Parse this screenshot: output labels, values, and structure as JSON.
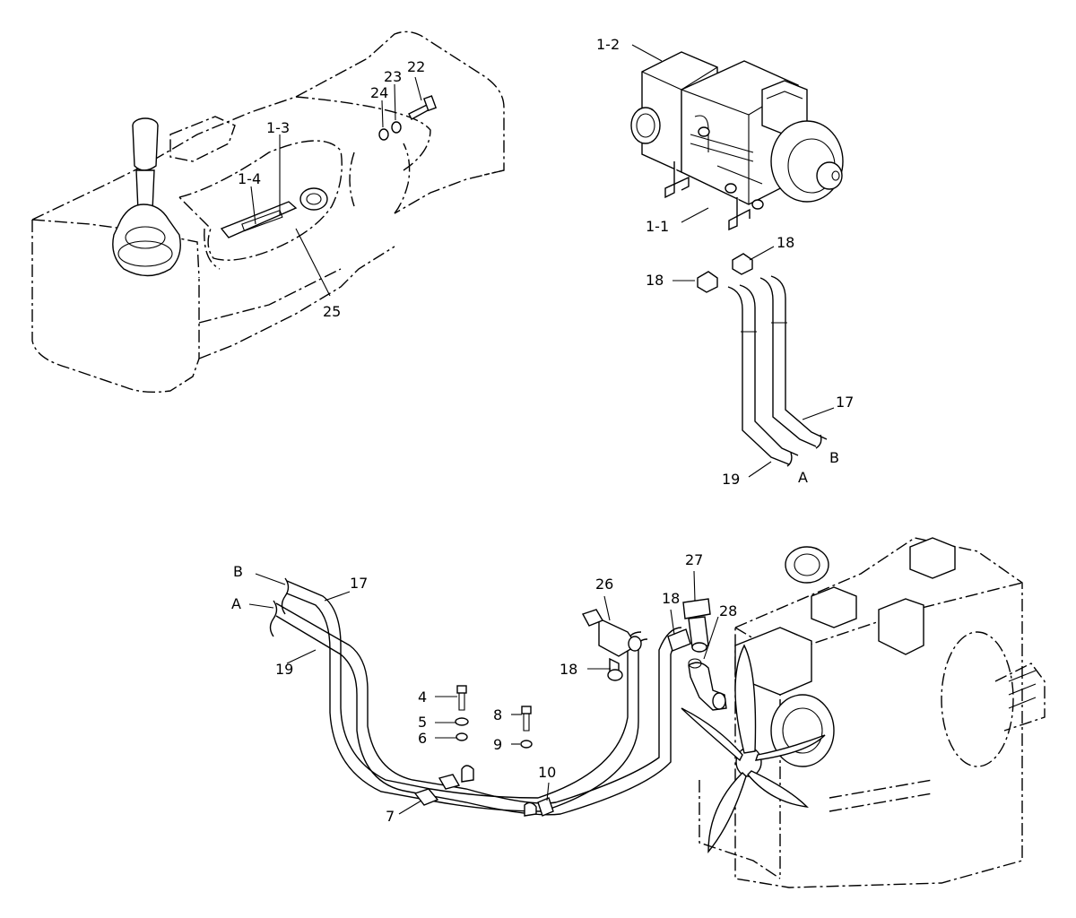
{
  "callouts": {
    "c1_2": "1-2",
    "c1_3": "1-3",
    "c1_4": "1-4",
    "c1_1": "1-1",
    "c24": "24",
    "c23": "23",
    "c22": "22",
    "c25": "25",
    "c18_top_right": "18",
    "c18_top_left": "18",
    "c17_top": "17",
    "c19_top": "19",
    "cA_top": "A",
    "cB_top": "B",
    "cB_bottom": "B",
    "cA_bottom": "A",
    "c17_bottom": "17",
    "c19_bottom": "19",
    "c4": "4",
    "c5": "5",
    "c6": "6",
    "c8": "8",
    "c9": "9",
    "c10": "10",
    "c7": "7",
    "c26": "26",
    "c18_mid_left": "18",
    "c18_mid_right": "18",
    "c27": "27",
    "c28": "28"
  }
}
